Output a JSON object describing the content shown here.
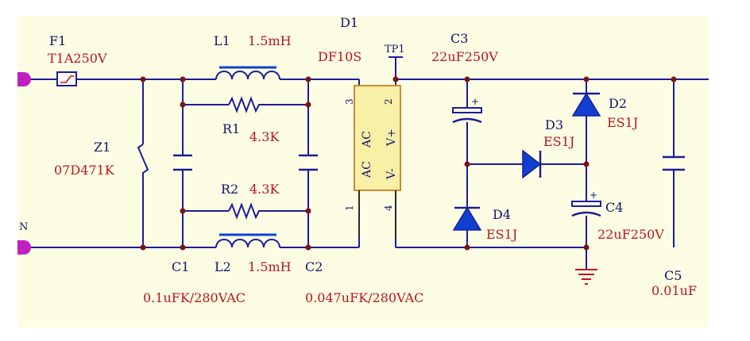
{
  "schematic": {
    "fuse": {
      "ref": "F1",
      "value": "T1A250V"
    },
    "varistor": {
      "ref": "Z1",
      "value": "07D471K"
    },
    "inductor1": {
      "ref": "L1",
      "value": "1.5mH"
    },
    "inductor2": {
      "ref": "L2",
      "value": "1.5mH"
    },
    "resistor1": {
      "ref": "R1",
      "value": "4.3K"
    },
    "resistor2": {
      "ref": "R2",
      "value": "4.3K"
    },
    "capacitor1": {
      "ref": "C1",
      "value": "0.1uFK/280VAC"
    },
    "capacitor2": {
      "ref": "C2",
      "value": "0.047uFK/280VAC"
    },
    "bridge": {
      "ref": "D1",
      "value": "DF10S",
      "pin_ac1": "AC",
      "pin_ac2": "AC",
      "pin_vplus": "V+",
      "pin_vminus": "V-",
      "pin1": "1",
      "pin2": "2",
      "pin3": "3",
      "pin4": "4"
    },
    "testpoint": {
      "ref": "TP1"
    },
    "capacitor3": {
      "ref": "C3",
      "value": "22uF250V",
      "polarity": "+"
    },
    "capacitor4": {
      "ref": "C4",
      "value": "22uF250V",
      "polarity": "+"
    },
    "capacitor5": {
      "ref": "C5",
      "value": "0.01uF"
    },
    "diode2": {
      "ref": "D2",
      "value": "ES1J"
    },
    "diode3": {
      "ref": "D3",
      "value": "ES1J"
    },
    "diode4": {
      "ref": "D4",
      "value": "ES1J"
    },
    "input_neutral": {
      "label": "N"
    }
  },
  "colors": {
    "background": "#fdfde4",
    "wire": "#1c1c9c",
    "dark_wire": "#2a2a2a",
    "label_red": "#b8161c",
    "label_navy": "#14146a",
    "component_blue": "#1040d0",
    "bridge_fill": "#f9f0a8",
    "bridge_stroke": "#cc8a30",
    "dot": "#7a1414",
    "port": "#c020c0"
  }
}
